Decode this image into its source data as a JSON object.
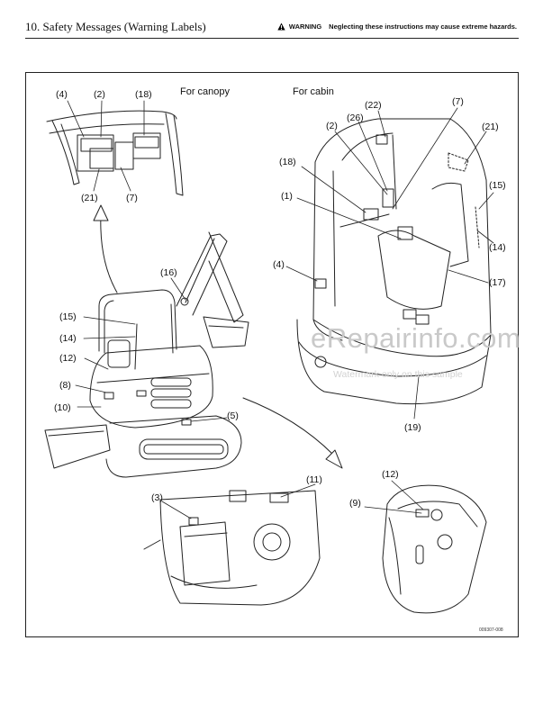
{
  "header": {
    "title": "10. Safety Messages (Warning Labels)",
    "warning_label": "WARNING",
    "warning_text": "Neglecting these instructions may cause extreme hazards."
  },
  "captions": {
    "canopy": "For canopy",
    "cabin": "For cabin"
  },
  "callouts": {
    "c4a": "(4)",
    "c2a": "(2)",
    "c18a": "(18)",
    "c21a": "(21)",
    "c7a": "(7)",
    "c16": "(16)",
    "c15a": "(15)",
    "c14a": "(14)",
    "c12a": "(12)",
    "c8": "(8)",
    "c10": "(10)",
    "c5": "(5)",
    "c7b": "(7)",
    "c22": "(22)",
    "c26": "(26)",
    "c2b": "(2)",
    "c21b": "(21)",
    "c18b": "(18)",
    "c15b": "(15)",
    "c1": "(1)",
    "c14b": "(14)",
    "c4b": "(4)",
    "c17": "(17)",
    "c19": "(19)",
    "c3": "(3)",
    "c11": "(11)",
    "c12b": "(12)",
    "c9": "(9)"
  },
  "watermark": {
    "main": "eRepairinfo.com",
    "sub": "Watermark only on this sample"
  },
  "figure_code": "009307-008"
}
